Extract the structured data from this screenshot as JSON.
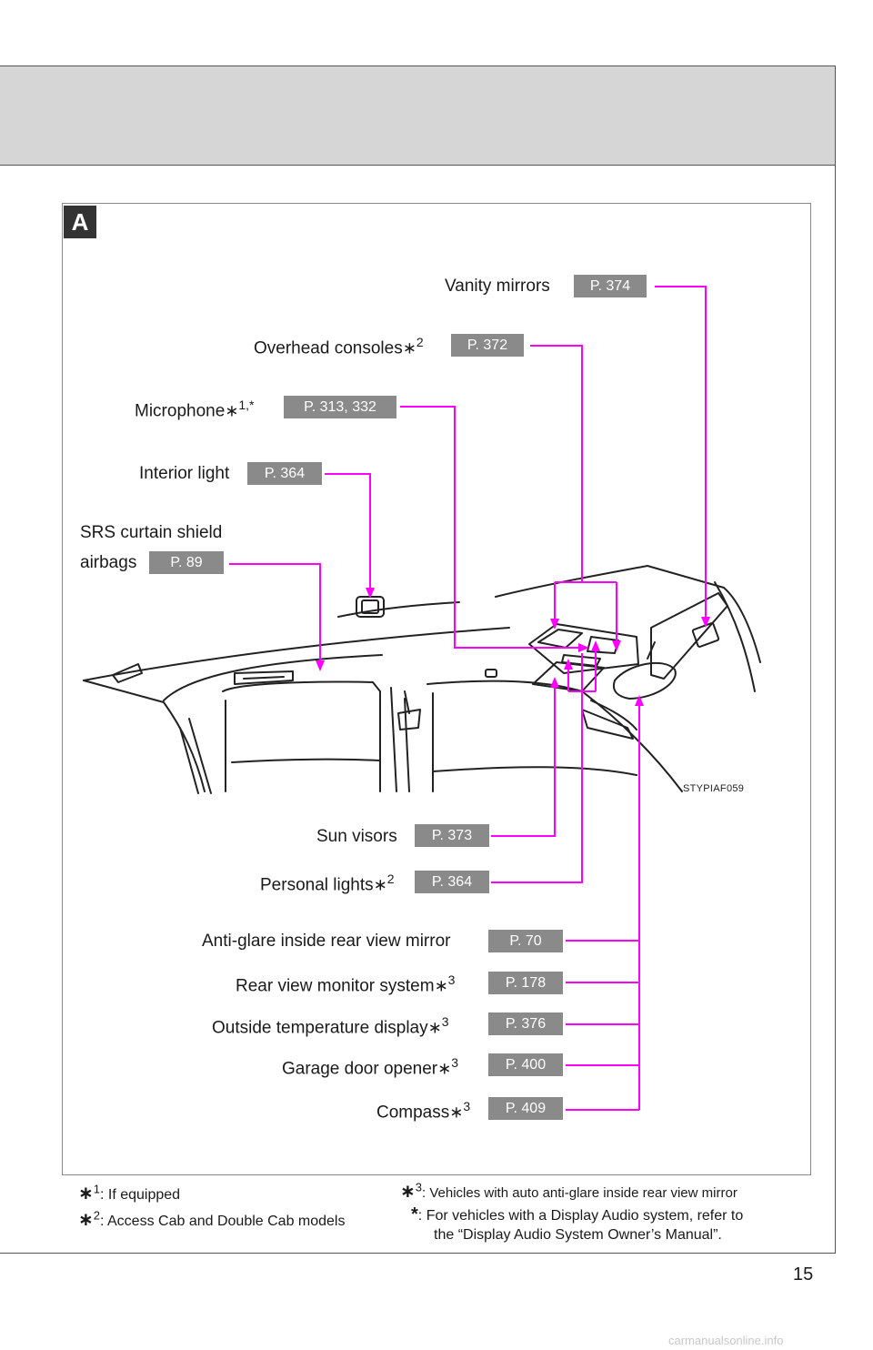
{
  "section_badge": "A",
  "image_code": "STYPIAF059",
  "page_number": "15",
  "watermark": "carmanualsonline.info",
  "accent_color": "#ff00ff",
  "callouts": {
    "vanity_mirrors": {
      "label": "Vanity mirrors",
      "mark": "",
      "page": "P. 374"
    },
    "overhead_consoles": {
      "label": "Overhead consoles",
      "mark": "2",
      "page": "P. 372"
    },
    "microphone": {
      "label": "Microphone",
      "mark": "1,*",
      "page": "P. 313, 332"
    },
    "interior_light": {
      "label": "Interior light",
      "mark": "",
      "page": "P. 364"
    },
    "srs_airbags": {
      "label_line1": "SRS curtain shield",
      "label_line2": "airbags",
      "page": "P. 89"
    },
    "sun_visors": {
      "label": "Sun visors",
      "page": "P. 373"
    },
    "personal_lights": {
      "label": "Personal lights",
      "mark": "2",
      "page": "P. 364"
    },
    "anti_glare_mirror": {
      "label": "Anti-glare inside rear view mirror",
      "page": "P. 70"
    },
    "rear_view_monitor": {
      "label": "Rear view monitor system",
      "mark": "3",
      "page": "P. 178"
    },
    "outside_temp": {
      "label": "Outside temperature display",
      "mark": "3",
      "page": "P. 376"
    },
    "garage_door": {
      "label": "Garage door opener",
      "mark": "3",
      "page": "P. 400"
    },
    "compass": {
      "label": "Compass",
      "mark": "3",
      "page": "P. 409"
    }
  },
  "footnotes": {
    "fn1": {
      "mark": "1",
      "text": ": If equipped"
    },
    "fn2": {
      "mark": "2",
      "text": ": Access Cab and Double Cab models"
    },
    "fn3": {
      "mark": "3",
      "text": ": Vehicles with auto anti-glare inside rear view mirror"
    },
    "fn_star_line1": ": For vehicles with a Display Audio system, refer to",
    "fn_star_line2": "the “Display Audio System Owner’s Manual”."
  }
}
